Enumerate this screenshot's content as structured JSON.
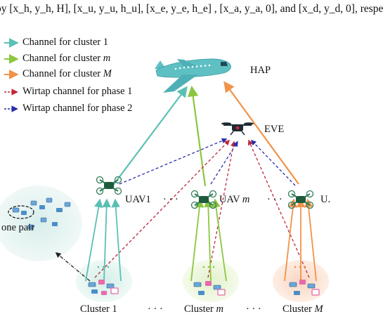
{
  "header_text": "by [x_h, y_h, H], [x_u, y_u, h_u], [x_e, y_e, h_e] , [x_a, y_a, 0], and [x_d, y_d, 0], respe",
  "legend": [
    {
      "label": "Channel for cluster 1",
      "color": "#5bc0b4",
      "dashed": false
    },
    {
      "label": "Channel for cluster m",
      "color": "#8cc63f",
      "dashed": false
    },
    {
      "label": "Channel for cluster M",
      "color": "#f0934a",
      "dashed": false
    },
    {
      "label": "Wirtap channel for phase 1",
      "color": "#c0283c",
      "dashed": true
    },
    {
      "label": "Wirtap channel for phase 2",
      "color": "#2a2ea8",
      "dashed": true
    }
  ],
  "nodes": {
    "hap": "HAP",
    "eve": "EVE",
    "uav1": "UAV1",
    "uavm": "UAV m",
    "uavM": "U.",
    "dots_uav_left": "· · ·",
    "dots_uav_right": "· · ·",
    "one_pair": "one pair",
    "cluster1": "Cluster 1",
    "clusterm": "Cluster m",
    "clusterM": "Cluster M",
    "dots_cluster_left": "· · ·",
    "dots_cluster_right": "· · ·"
  },
  "colors": {
    "cluster1_fill": "#e4f4f0",
    "clusterm_fill": "#eef6e0",
    "clusterM_fill": "#fbe6da",
    "zoom_fill": "#e4f2f0",
    "aircraft": "#5fc0c4",
    "drone_body": "#1c2a33",
    "uav_body": "#2e7d57"
  },
  "icons": [
    "aircraft-icon",
    "eavesdropper-drone-icon",
    "uav-icon",
    "user-device-icon"
  ]
}
